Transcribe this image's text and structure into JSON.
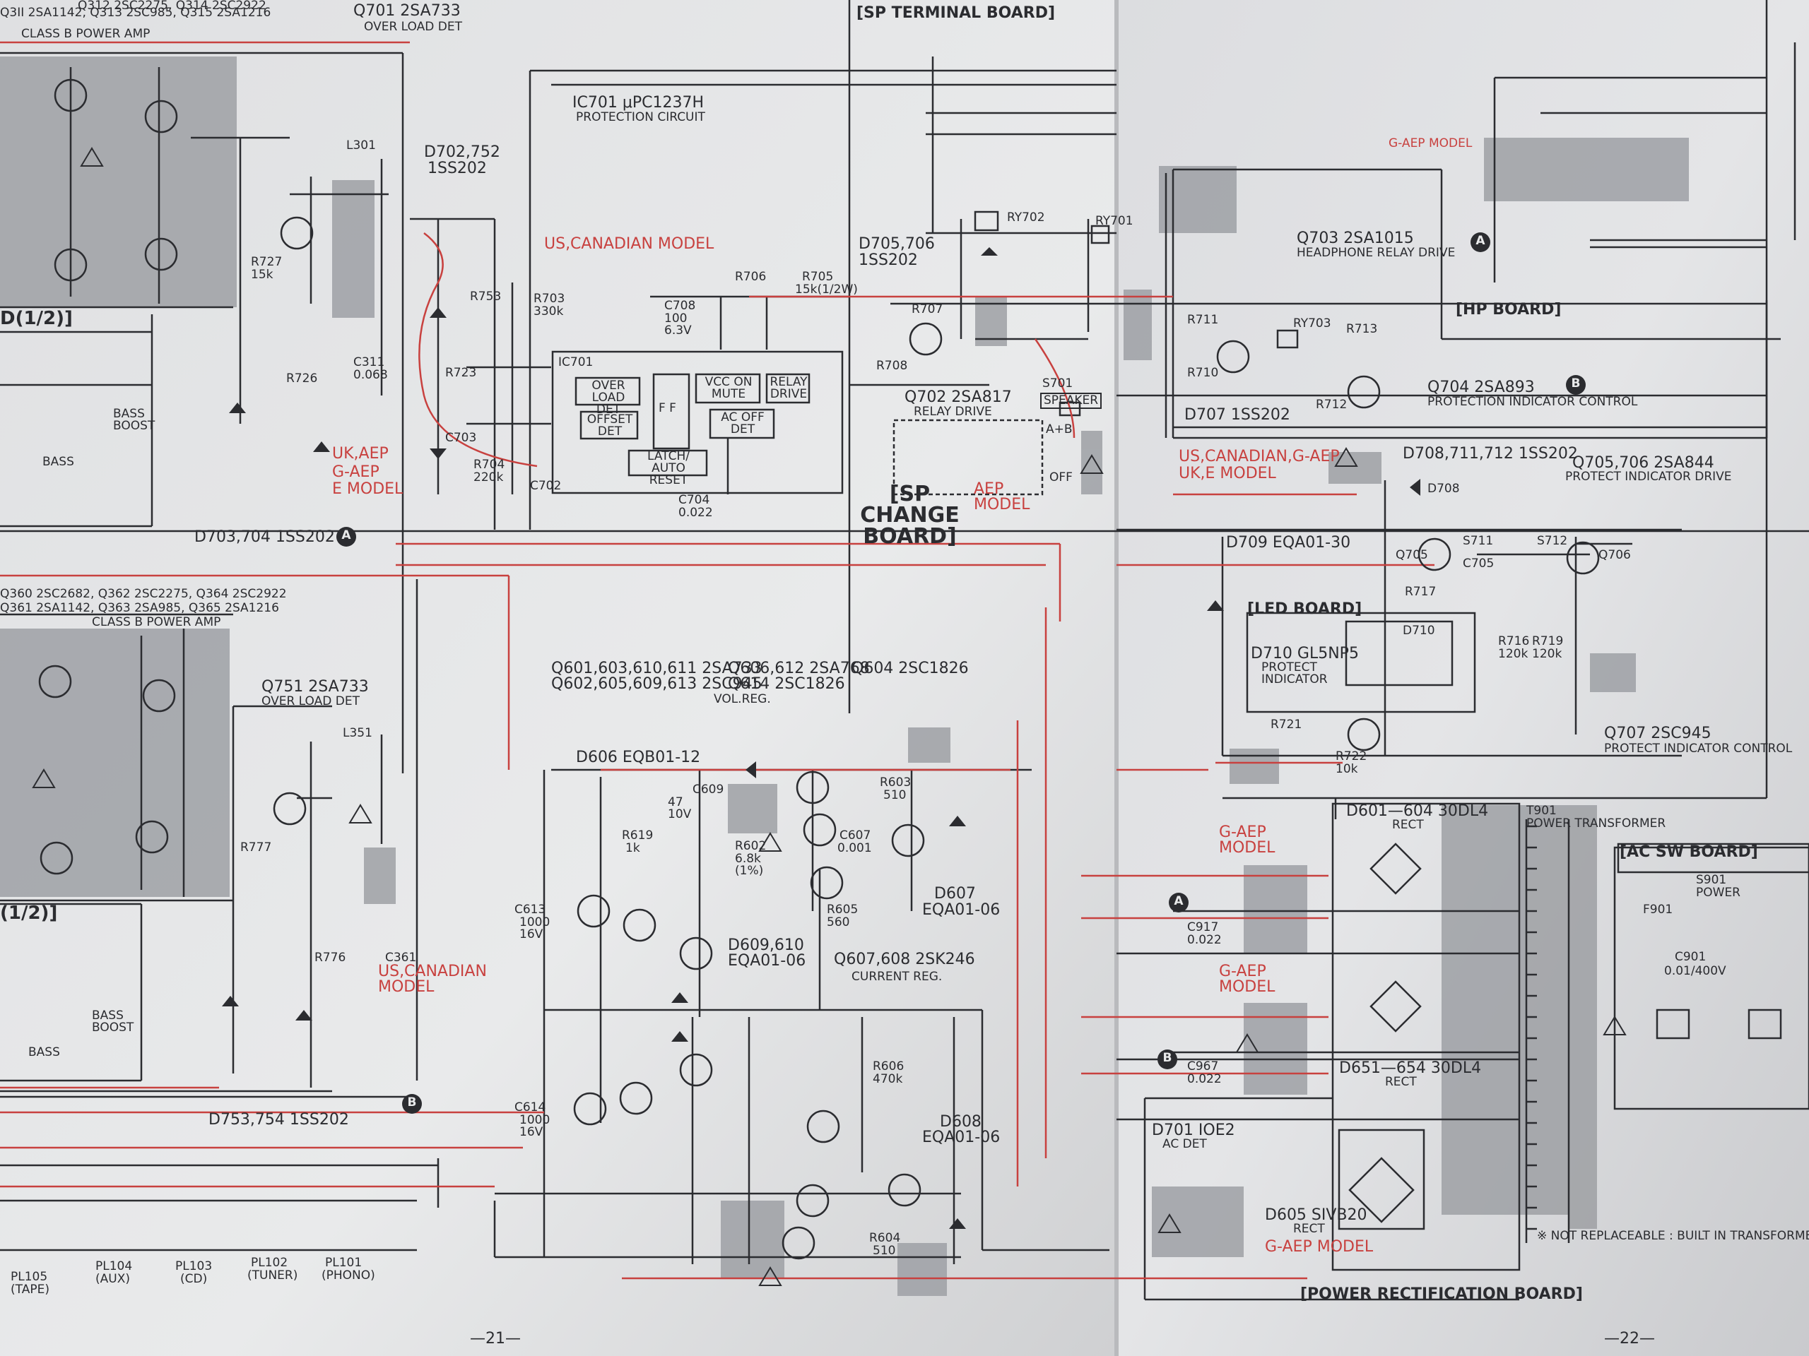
{
  "pages": {
    "left": "—21—",
    "right": "—22—"
  },
  "boards": [
    {
      "id": "sp-terminal",
      "label": "[SP TERMINAL BOARD]"
    },
    {
      "id": "hp",
      "label": "[HP BOARD]"
    },
    {
      "id": "led",
      "label": "[LED BOARD]"
    },
    {
      "id": "sp-change",
      "label": "[SP CHANGE BOARD]"
    },
    {
      "id": "ac-sw",
      "label": "[AC SW BOARD]"
    },
    {
      "id": "power-rect",
      "label": "[POWER RECTIFICATION BOARD]"
    },
    {
      "id": "d-left-1",
      "label": "D(1/2)]"
    },
    {
      "id": "d-left-2",
      "label": "(1/2)]"
    }
  ],
  "model_notes": {
    "us_canadian": "US,CANADIAN MODEL",
    "uk_aep": "UK,AEP",
    "g_aep": "G-AEP",
    "e_model": "E MODEL",
    "g_aep_model": "G-AEP MODEL",
    "aep_model": "AEP MODEL",
    "us_canadian_multi": "US,CANADIAN,G-AEP",
    "uk_e_model": "UK,E MODEL",
    "g_aep_model_2": "G-AEP MODEL",
    "us_canadian_model_2": "US,CANADIAN MODEL"
  },
  "component_labels": {
    "q_header_top": "Q3II 2SA1142, Q313 2SC985, Q315 2SA1216",
    "q_header_top_2": "Q312 2SC2275, Q314 2SC2922",
    "class_b_top": "CLASS B POWER AMP",
    "q701": "Q701 2SA733",
    "q701_sub": "OVER LOAD DET",
    "ic701": "IC701 μPC1237H",
    "ic701_sub": "PROTECTION CIRCUIT",
    "d702": "D702,752",
    "d702_2": "1SS202",
    "d705": "D705,706",
    "d705_2": "1SS202",
    "q703": "Q703 2SA1015",
    "q703_sub": "HEADPHONE RELAY DRIVE",
    "q702": "Q702 2SA817",
    "q702_sub": "RELAY DRIVE",
    "q704": "Q704 2SA893",
    "q704_sub": "PROTECTION INDICATOR CONTROL",
    "d707": "D707 1SS202",
    "d708": "D708,711,712 1SS202",
    "q705": "Q705,706 2SA844",
    "q705_sub": "PROTECT INDICATOR DRIVE",
    "d709": "D709 EQA01-30",
    "d710": "D710 GL5NP5",
    "d710_sub": "PROTECT INDICATOR",
    "q707": "Q707 2SC945",
    "q707_sub": "PROTECT INDICATOR CONTROL",
    "d703": "D703,704 1SS202",
    "q_header_mid": "Q360 2SC2682, Q362 2SC2275, Q364 2SC2922",
    "q_header_mid_2": "Q361 2SA1142, Q363 2SA985, Q365 2SA1216",
    "class_b_mid": "CLASS B POWER AMP",
    "q751": "Q751 2SA733",
    "q751_sub": "OVER LOAD DET",
    "q601": "Q601,603,610,611 2SA733",
    "q601_2": "Q602,605,609,613 2SC945",
    "q606": "Q606,612 2SA768",
    "q614": "Q614 2SC1826",
    "q604": "Q604 2SC1826",
    "vol_reg": "VOL.REG.",
    "d606": "D606 EQB01-12",
    "d607": "D607",
    "d607_2": "EQA01-06",
    "d609": "D609,610",
    "d609_2": "EQA01-06",
    "q607": "Q607,608 2SK246",
    "q607_sub": "CURRENT REG.",
    "d608": "D608",
    "d608_2": "EQA01-06",
    "d753": "D753,754 1SS202",
    "d601": "D601—604 30DL4",
    "d601_sub": "RECT",
    "t901": "T901",
    "t901_sub": "POWER TRANSFORMER",
    "d651": "D651—654 30DL4",
    "d651_sub": "RECT",
    "d701": "D701 IOE2",
    "d701_sub": "AC DET",
    "d605": "D605 SIVB20",
    "d605_sub": "RECT",
    "not_replaceable": "※ NOT REPLACEABLE : BUILT IN TRANSFORMER",
    "s901": "S901",
    "s901_sub": "POWER",
    "f901": "F901",
    "c901": "C901",
    "c901_val": "0.01/400V",
    "pl105": "PL105",
    "pl105_sub": "(TAPE)",
    "pl104": "PL104",
    "pl104_sub": "(AUX)",
    "pl103": "PL103",
    "pl103_sub": "(CD)",
    "pl102": "PL102",
    "pl102_sub": "(TUNER)",
    "pl101": "PL101",
    "pl101_sub": "(PHONO)",
    "bass": "BASS",
    "bass_boost": "BASS BOOST",
    "ic_over_load": "OVER LOAD DET",
    "ic_offset": "OFFSET DET",
    "ic_ff": "F F",
    "ic_vcc": "VCC ON MUTE",
    "ic_relay": "RELAY DRIVE",
    "ic_ac_off": "AC OFF DET",
    "ic_latch": "LATCH/ AUTO RESET",
    "ic_label": "IC701",
    "speaker": "SPEAKER",
    "ab": "A+B",
    "off": "OFF",
    "s701": "S701",
    "ry702": "RY702",
    "ry701": "RY701",
    "ry703": "RY703",
    "c704": "C704",
    "c704_val": "0.022",
    "r706": "R706",
    "r705": "R705",
    "r705_val": "15k(1/2W)",
    "r707": "R707",
    "r708": "R708",
    "r711": "R711",
    "r710": "R710",
    "r713": "R713",
    "r712": "R712",
    "r727": "R727",
    "r727_val": "15k",
    "r726": "R726",
    "r753": "R753",
    "r703": "R703",
    "r703_val": "330k",
    "r723": "R723",
    "r704": "R704",
    "r704_val": "220k",
    "c703": "C703",
    "c702": "C702",
    "c705": "C705",
    "c708": "C708",
    "c708_val": "100 6.3V",
    "l301": "L301",
    "l351": "L351",
    "c311": "C311",
    "c311_val": "0.068",
    "c361": "C361",
    "r777": "R777",
    "r776": "R776",
    "r606": "R606",
    "r606_val": "470k",
    "r605": "R605",
    "r605_val": "560",
    "r603": "R603",
    "r603_val": "510",
    "r604": "R604",
    "r604_val": "510",
    "r602": "R602",
    "r602_val": "6.8k (1%)",
    "r619": "R619",
    "r619_val": "1k",
    "c609": "C609",
    "c609_val": "47 10V",
    "c607": "C607",
    "c607_val": "0.001",
    "c613": "C613",
    "c613_val": "1000 16V",
    "c614": "C614",
    "c614_val": "1000 16V",
    "c917": "C917",
    "c917_val": "0.022",
    "c967": "C967",
    "c967_val": "0.022",
    "r716": "R716",
    "r716_val": "120k",
    "r719": "R719",
    "r719_val": "120k",
    "r717": "R717",
    "r721": "R721",
    "r722": "R722",
    "r722_val": "10k",
    "q706": "Q706",
    "q705_mark": "Q705",
    "d710_mark": "D710",
    "d708_mark": "D708",
    "s711": "S711",
    "s712": "S712"
  },
  "nodes": [
    "A",
    "B",
    "A",
    "B",
    "A",
    "B"
  ],
  "colors": {
    "paper": "#e8e9ea",
    "ink": "#2b2c30",
    "red": "#c8413f",
    "shade": "#8c8e92"
  }
}
